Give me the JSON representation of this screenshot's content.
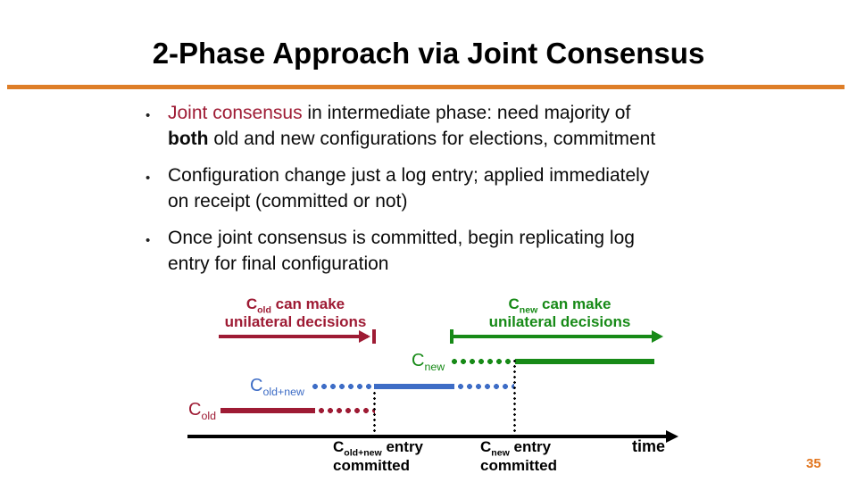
{
  "title": "2-Phase Approach via Joint Consensus",
  "page_number": "35",
  "bullets": {
    "marker": "•",
    "b1": {
      "line1_red": "Joint consensus",
      "line1_rest": " in intermediate phase: need majority of",
      "line2_bold": "both",
      "line2_rest": " old and new configurations for elections, commitment"
    },
    "b2": {
      "line1": "Configuration change just a log entry; applied immediately",
      "line2": "on receipt (committed or not)"
    },
    "b3": {
      "line1": "Once joint consensus is committed, begin replicating log",
      "line2": "entry for final configuration"
    }
  },
  "diagram": {
    "callout_old": {
      "c": "C",
      "sub": "old",
      "after": " can make",
      "line2": "unilateral decisions"
    },
    "callout_new": {
      "c": "C",
      "sub": "new",
      "after": " can make",
      "line2": "unilateral decisions"
    },
    "series_labels": {
      "cnew": {
        "c": "C",
        "sub": "new"
      },
      "coldnew": {
        "c": "C",
        "sub": "old+new"
      },
      "cold": {
        "c": "C",
        "sub": "old"
      }
    },
    "axis": {
      "marker1": {
        "c": "C",
        "sub": "old+new",
        "after": " entry",
        "line2": "committed"
      },
      "marker2": {
        "c": "C",
        "sub": "new",
        "after": " entry",
        "line2": "committed"
      },
      "time": "time"
    }
  },
  "colors": {
    "crimson": "#9E1B34",
    "blue": "#3E6DC6",
    "green": "#178A17",
    "rule_orange": "#DE7E28",
    "page_number_orange": "#E2751D"
  }
}
